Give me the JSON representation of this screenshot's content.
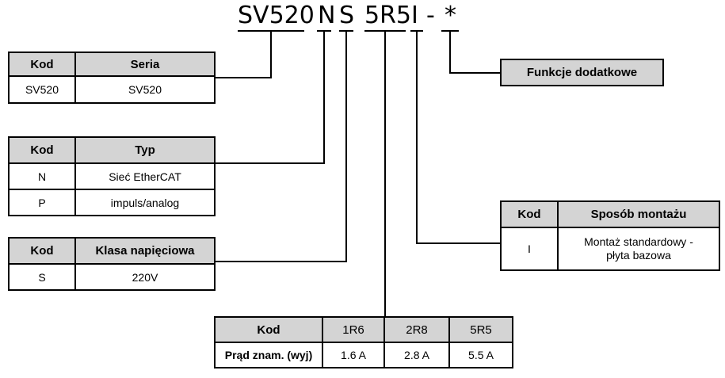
{
  "model_code": {
    "series": "SV520",
    "type": "N",
    "voltage": "S",
    "current": "5R5",
    "mounting": "I",
    "dash": "-",
    "extra": "*"
  },
  "series_table": {
    "headers": [
      "Kod",
      "Seria"
    ],
    "rows": [
      [
        "SV520",
        "SV520"
      ]
    ]
  },
  "type_table": {
    "headers": [
      "Kod",
      "Typ"
    ],
    "rows": [
      [
        "N",
        "Sieć EtherCAT"
      ],
      [
        "P",
        "impuls/analog"
      ]
    ]
  },
  "voltage_table": {
    "headers": [
      "Kod",
      "Klasa napięciowa"
    ],
    "rows": [
      [
        "S",
        "220V"
      ]
    ]
  },
  "current_table": {
    "headers": [
      "Kod",
      "1R6",
      "2R8",
      "5R5"
    ],
    "row_label": "Prąd znam. (wyj)",
    "values": [
      "1.6 A",
      "2.8 A",
      "5.5 A"
    ]
  },
  "mounting_table": {
    "headers": [
      "Kod",
      "Sposób montażu"
    ],
    "rows": [
      [
        "I",
        "Montaż standardowy - płyta bazowa"
      ]
    ]
  },
  "extra_label": "Funkcje dodatkowe"
}
